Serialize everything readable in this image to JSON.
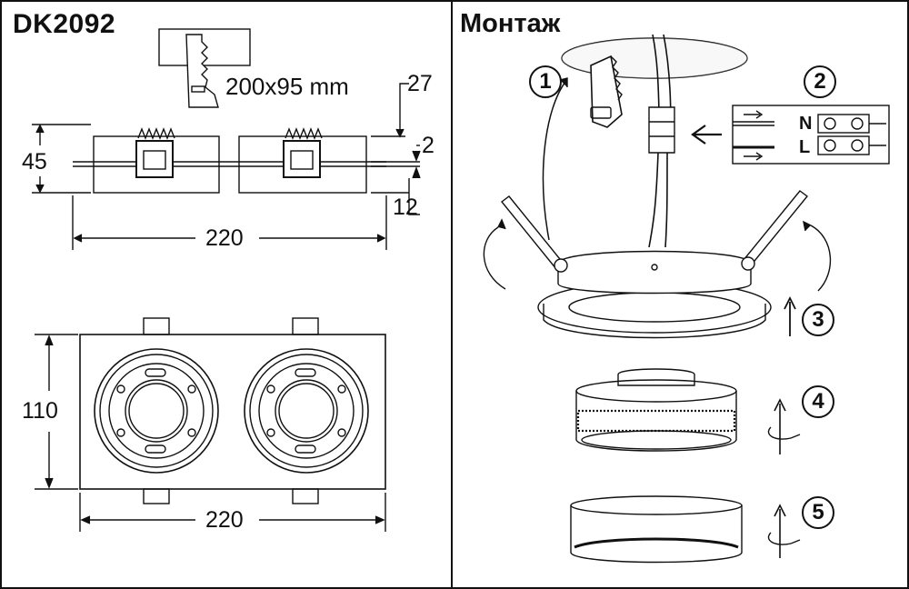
{
  "model": "DK2092",
  "cutout_size": "200x95 mm",
  "dimensions": {
    "height_total": "45",
    "top_right": "27",
    "flange": "2",
    "bottom": "12",
    "width_side": "220",
    "height_front": "110",
    "width_front": "220"
  },
  "install_heading": "Монтаж",
  "wiring_labels": {
    "neutral": "N",
    "live": "L"
  },
  "steps": [
    "1",
    "2",
    "3",
    "4",
    "5"
  ],
  "colors": {
    "line": "#111111",
    "background": "#ffffff"
  }
}
